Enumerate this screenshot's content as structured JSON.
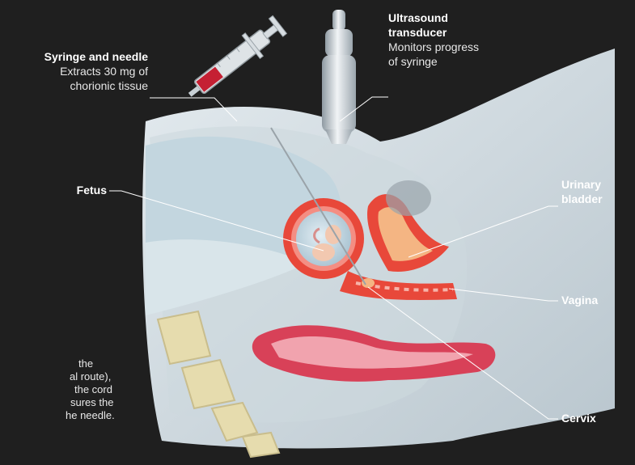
{
  "labels": {
    "syringe": {
      "title": "Syringe and needle",
      "desc1": "Extracts 30 mg of",
      "desc2": "chorionic tissue"
    },
    "transducer": {
      "title1": "Ultrasound",
      "title2": "transducer",
      "desc1": "Monitors progress",
      "desc2": "of syringe"
    },
    "fetus": {
      "title": "Fetus"
    },
    "bladder": {
      "title1": "Urinary",
      "title2": "bladder"
    },
    "vagina": {
      "title": "Vagina"
    },
    "cervix": {
      "title": "Cervix"
    }
  },
  "caption_fragments": [
    "the",
    "al route),",
    "the cord",
    "sures the",
    "he needle."
  ],
  "colors": {
    "background": "#1f1f1f",
    "body_tissue": "#cfd8de",
    "uterus": "#e8483a",
    "bone": "#e6dcae",
    "leader_lines": "#ffffff"
  }
}
